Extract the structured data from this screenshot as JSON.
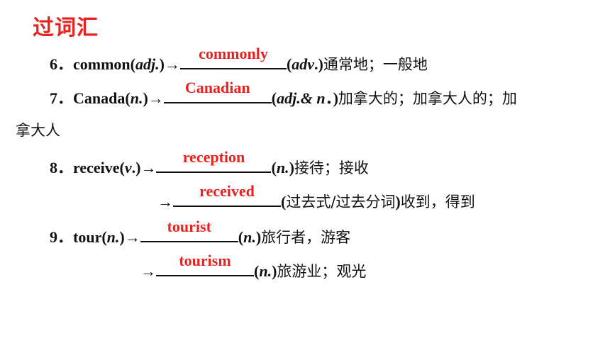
{
  "title": "过词汇",
  "items": {
    "i6": {
      "num": "6．",
      "word": "common(",
      "pos1": "adj.",
      "mid": ")→",
      "answer": "commonly",
      "pos2_open": "(",
      "pos2": "adv",
      "pos2_close": ".)",
      "meaning": "通常地；一般地"
    },
    "i7": {
      "num": "7．",
      "word": "Canada(",
      "pos1": "n.",
      "mid": ")→",
      "answer": "Canadian",
      "pos2_open": "(",
      "pos2": "adj.& n",
      "pos2_close": "．)",
      "meaning": "加拿大的；加拿大人的；加",
      "meaning_cont": "拿大人"
    },
    "i8": {
      "num": "8．",
      "word": "receive(",
      "pos1": "v",
      "mid": ".)→",
      "answer": "reception",
      "pos2_open": "(",
      "pos2": "n.",
      "pos2_close": ")",
      "meaning": "接待；接收"
    },
    "i8b": {
      "arrow": "→",
      "answer": "received",
      "meaning_open": "(",
      "meaning": "过去式/过去分词",
      "meaning_close": ")",
      "meaning2": "收到，得到"
    },
    "i9": {
      "num": "9．",
      "word": "tour(",
      "pos1": "n.",
      "mid": ")→",
      "answer": "tourist",
      "pos2_open": "(",
      "pos2": "n.",
      "pos2_close": ")",
      "meaning": "旅行者，游客"
    },
    "i9b": {
      "arrow": "→",
      "answer": "tourism",
      "pos2_open": "(",
      "pos2": "n.",
      "pos2_close": ")",
      "meaning": "旅游业；观光"
    }
  }
}
